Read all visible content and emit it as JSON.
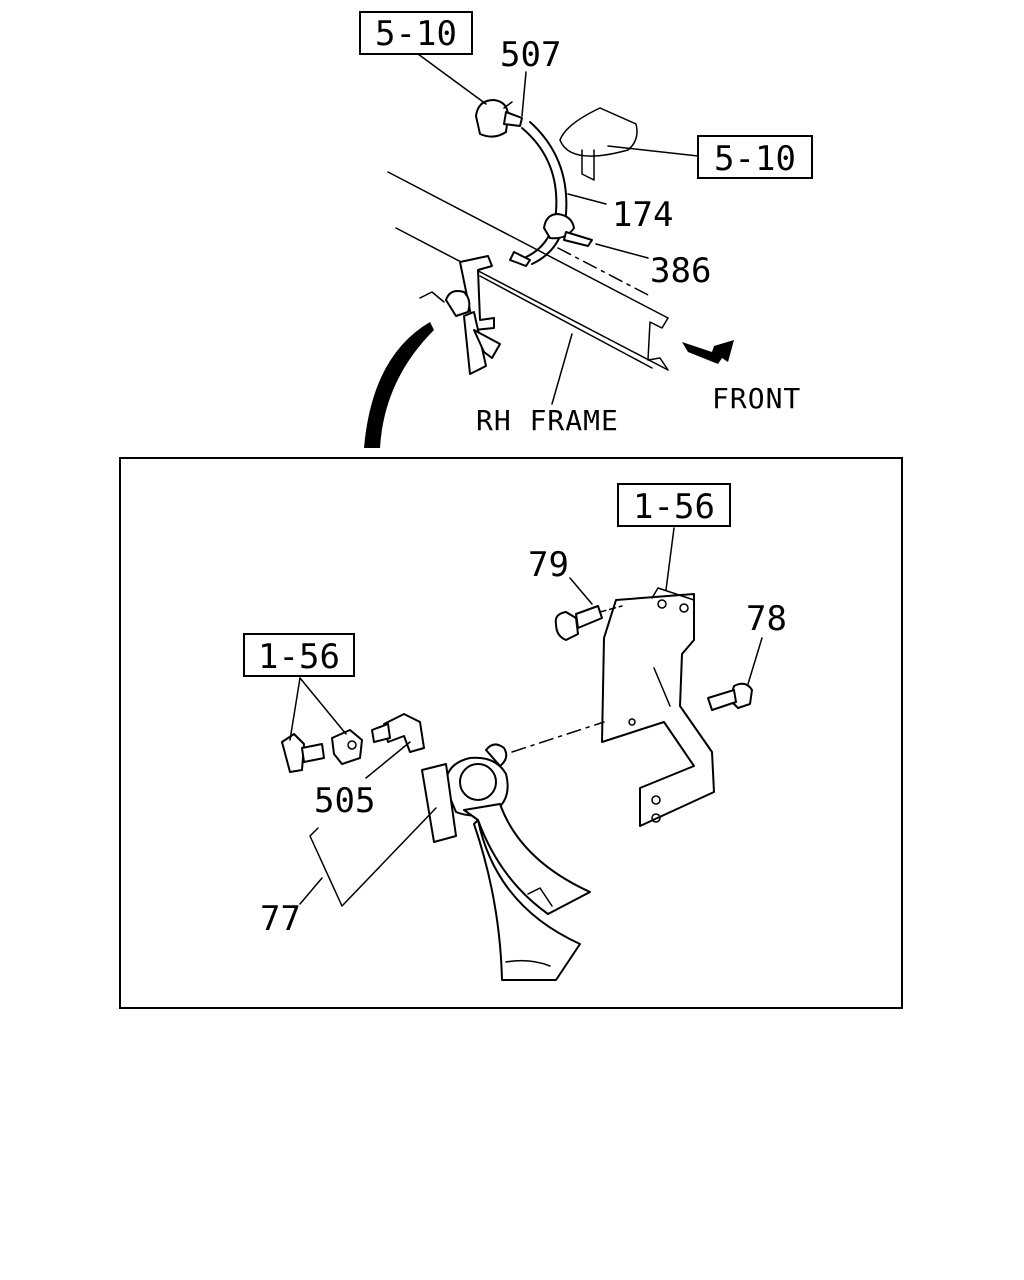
{
  "references": {
    "top_left": "5-10",
    "top_right": "5-10",
    "bracket": "1-56",
    "connector": "1-56"
  },
  "part_numbers": {
    "hose_fitting": "507",
    "air_hose": "174",
    "hose_clip": "386",
    "bolt_upper": "79",
    "bolt_lower": "78",
    "elbow_fitting": "505",
    "horn": "77"
  },
  "captions": {
    "frame": "RH FRAME",
    "direction": "FRONT"
  }
}
